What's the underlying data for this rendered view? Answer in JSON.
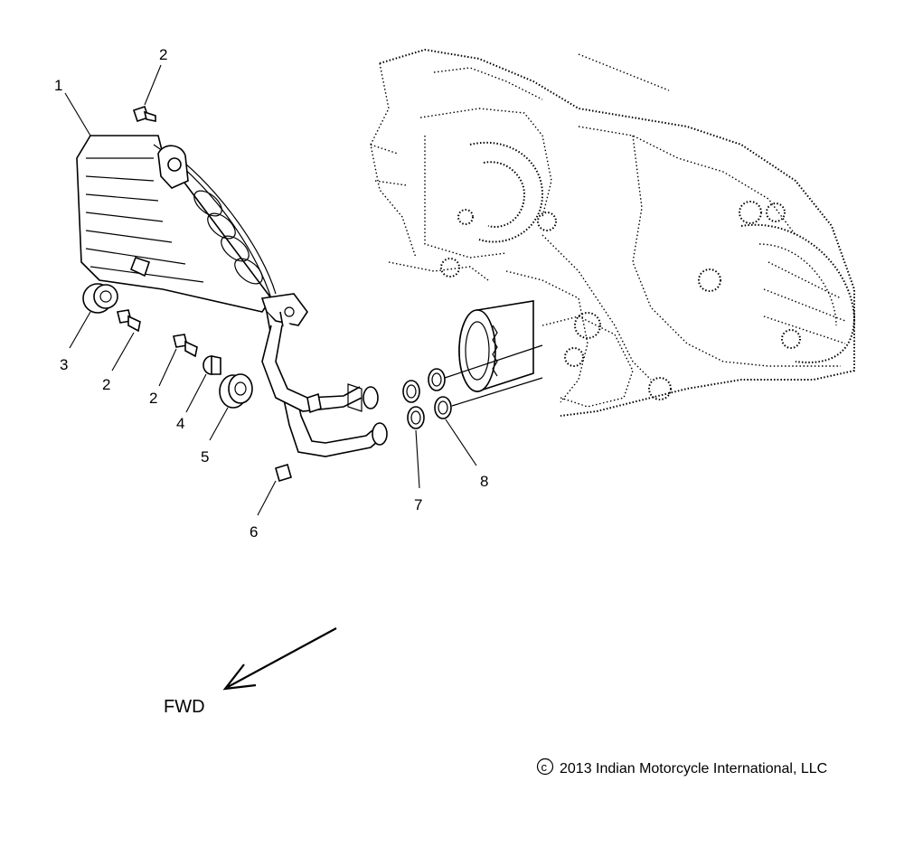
{
  "callouts": [
    {
      "id": "c1",
      "label": "1",
      "part": "oil-cooler"
    },
    {
      "id": "c2a",
      "label": "2",
      "part": "bolt-top"
    },
    {
      "id": "c3",
      "label": "3",
      "part": "grommet"
    },
    {
      "id": "c2b",
      "label": "2",
      "part": "bolt-left"
    },
    {
      "id": "c2c",
      "label": "2",
      "part": "bolt-middle"
    },
    {
      "id": "c4",
      "label": "4",
      "part": "spacer"
    },
    {
      "id": "c5",
      "label": "5",
      "part": "bushing"
    },
    {
      "id": "c6",
      "label": "6",
      "part": "hose-bolt"
    },
    {
      "id": "c7",
      "label": "7",
      "part": "washer-inner"
    },
    {
      "id": "c8",
      "label": "8",
      "part": "washer-outer"
    }
  ],
  "direction_label": "FWD",
  "copyright": {
    "symbol": "c",
    "text": "2013 Indian Motorcycle International, LLC"
  }
}
